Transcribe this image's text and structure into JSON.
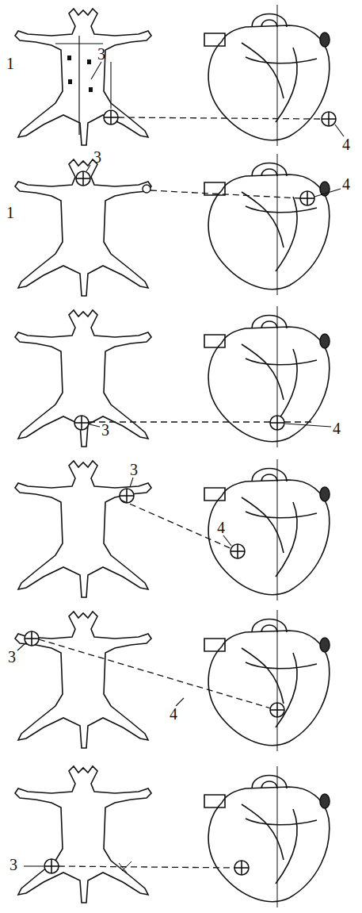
{
  "diagram": {
    "labels": [
      "1",
      "3",
      "4",
      "3",
      "1",
      "4",
      "3",
      "4",
      "3",
      "4",
      "3",
      "4",
      "3"
    ]
  }
}
